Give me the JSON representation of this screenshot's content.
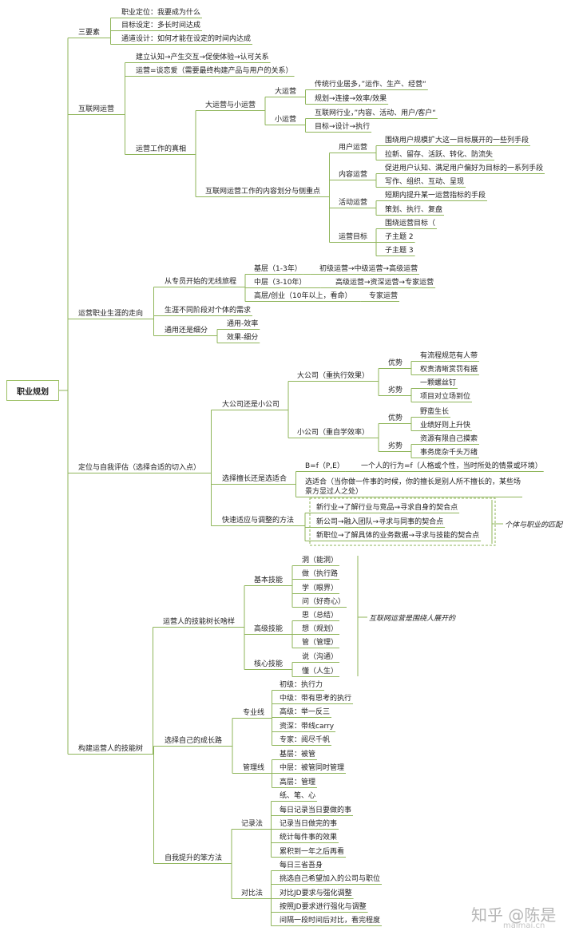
{
  "diagram": {
    "root": {
      "id": "root",
      "label": "职业规划"
    },
    "nodes": [
      {
        "id": "b1",
        "label": "三要素"
      },
      {
        "id": "b1a",
        "label": "职业定位：我要成为什么"
      },
      {
        "id": "b1b",
        "label": "目标设定：多长时间达成"
      },
      {
        "id": "b1c",
        "label": "通道设计：如何才能在设定的时间内达成"
      },
      {
        "id": "b2",
        "label": "互联网运营"
      },
      {
        "id": "b2a",
        "label": "建立认知→产生交互→促使体验→认可关系"
      },
      {
        "id": "b2b",
        "label": "运营=谈恋爱（需要最终构建产品与用户的关系）"
      },
      {
        "id": "b2c",
        "label": "运营工作的真相"
      },
      {
        "id": "b2c1",
        "label": "大运营与小运营"
      },
      {
        "id": "b2c1a",
        "label": "大运营"
      },
      {
        "id": "b2c1a1",
        "label": "传统行业居多，”运作、生产、经营“"
      },
      {
        "id": "b2c1a2",
        "label": "规划→连接→效率/效果"
      },
      {
        "id": "b2c1b",
        "label": "小运营"
      },
      {
        "id": "b2c1b1",
        "label": "互联网行业，”内容、活动、用户/客户“"
      },
      {
        "id": "b2c1b2",
        "label": "目标→设计→执行"
      },
      {
        "id": "b2c2",
        "label": "互联网运营工作的内容划分与侧重点"
      },
      {
        "id": "b2c2a",
        "label": "用户运营"
      },
      {
        "id": "b2c2a1",
        "label": "围绕用户规模扩大这一目标展开的一些列手段"
      },
      {
        "id": "b2c2a2",
        "label": "拉新、留存、活跃、转化、防流失"
      },
      {
        "id": "b2c2b",
        "label": "内容运营"
      },
      {
        "id": "b2c2b1",
        "label": "促进用户认知、满足用户偏好为目标的一系列手段"
      },
      {
        "id": "b2c2b2",
        "label": "写作、组织、互动、呈现"
      },
      {
        "id": "b2c2c",
        "label": "活动运营"
      },
      {
        "id": "b2c2c1",
        "label": "短期内提升某一运营指标的手段"
      },
      {
        "id": "b2c2c2",
        "label": "策划、执行、复盘"
      },
      {
        "id": "b2c2d",
        "label": "运营目标"
      },
      {
        "id": "b2c2d1",
        "label": "围绕运营目标（"
      },
      {
        "id": "b2c2d2",
        "label": "子主题 2"
      },
      {
        "id": "b2c2d3",
        "label": "子主题 3"
      },
      {
        "id": "b3",
        "label": "运营职业生涯的走向"
      },
      {
        "id": "b3a",
        "label": "从专员开始的无线旅程"
      },
      {
        "id": "b3a1",
        "label": "基层（1-3年）"
      },
      {
        "id": "b3a1x",
        "label": "初级运营→中级运营→高级运营"
      },
      {
        "id": "b3a2",
        "label": "中层（3-10年）"
      },
      {
        "id": "b3a2x",
        "label": "高级运营→资深运营→专家运营"
      },
      {
        "id": "b3a3",
        "label": "高层/创业（10年以上，看命）"
      },
      {
        "id": "b3a3x",
        "label": "专家运营"
      },
      {
        "id": "b3b",
        "label": "生涯不同阶段对个体的需求"
      },
      {
        "id": "b3c",
        "label": "通用还是细分"
      },
      {
        "id": "b3c1",
        "label": "通用-效率"
      },
      {
        "id": "b3c2",
        "label": "效果-细分"
      },
      {
        "id": "b4",
        "label": "定位与自我评估（选择合适的切入点）"
      },
      {
        "id": "b4a",
        "label": "大公司还是小公司"
      },
      {
        "id": "b4a1",
        "label": "大公司（重执行效果）"
      },
      {
        "id": "b4a1p",
        "label": "优势"
      },
      {
        "id": "b4a1p1",
        "label": "有流程规范有人带"
      },
      {
        "id": "b4a1p2",
        "label": "权责清晰赏罚有据"
      },
      {
        "id": "b4a1n",
        "label": "劣势"
      },
      {
        "id": "b4a1n1",
        "label": "一颗螺丝钉"
      },
      {
        "id": "b4a1n2",
        "label": "项目对立场到位"
      },
      {
        "id": "b4a2",
        "label": "小公司（重自学效率）"
      },
      {
        "id": "b4a2p",
        "label": "优势"
      },
      {
        "id": "b4a2p1",
        "label": "野蛮生长"
      },
      {
        "id": "b4a2p2",
        "label": "业绩好则上升快"
      },
      {
        "id": "b4a2n",
        "label": "劣势"
      },
      {
        "id": "b4a2n1",
        "label": "资源有限自己摸索"
      },
      {
        "id": "b4a2n2",
        "label": "事务庞杂千头万绪"
      },
      {
        "id": "b4b",
        "label": "选择擅长还是选适合"
      },
      {
        "id": "b4b1",
        "label": "B=f（P,E）"
      },
      {
        "id": "b4b1x",
        "label": "一个人的行为=f（人格或个性，当时所处的情景或环境）"
      },
      {
        "id": "b4b2",
        "label": "选适合（当你做一件事的时候，你的擅长是别人所不擅长的，某些场景方显过人之处）"
      },
      {
        "id": "b4c",
        "label": "快速适应与调整的方法"
      },
      {
        "id": "b4c1",
        "label": "新行业→了解行业与竞品→寻求自身的契合点"
      },
      {
        "id": "b4c2",
        "label": "新公司→融入团队→寻求与同事的契合点"
      },
      {
        "id": "b4c3",
        "label": "新职位→了解具体的业务数据→寻求与技能的契合点"
      },
      {
        "id": "b5",
        "label": "构建运营人的技能树"
      },
      {
        "id": "b5a",
        "label": "运营人的技能树长啥样"
      },
      {
        "id": "b5a1",
        "label": "基本技能"
      },
      {
        "id": "b5a1a",
        "label": "洞（能洞）"
      },
      {
        "id": "b5a1b",
        "label": "做（执行路"
      },
      {
        "id": "b5a1c",
        "label": "学（眼界）"
      },
      {
        "id": "b5a1d",
        "label": "问（好奇心）"
      },
      {
        "id": "b5a2",
        "label": "高级技能"
      },
      {
        "id": "b5a2a",
        "label": "思（总结）"
      },
      {
        "id": "b5a2b",
        "label": "想（规划）"
      },
      {
        "id": "b5a2c",
        "label": "管（管理）"
      },
      {
        "id": "b5a3",
        "label": "核心技能"
      },
      {
        "id": "b5a3a",
        "label": "说（沟通）"
      },
      {
        "id": "b5a3b",
        "label": "懂（人生）"
      },
      {
        "id": "b5b",
        "label": "选择自己的成长路"
      },
      {
        "id": "b5b1",
        "label": "专业线"
      },
      {
        "id": "b5b1a",
        "label": "初级：执行力"
      },
      {
        "id": "b5b1b",
        "label": "中级：带有思考的执行"
      },
      {
        "id": "b5b1c",
        "label": "高级：举一反三"
      },
      {
        "id": "b5b1d",
        "label": "资深：带线carry"
      },
      {
        "id": "b5b1e",
        "label": "专家：阅尽千帆"
      },
      {
        "id": "b5b2",
        "label": "管理线"
      },
      {
        "id": "b5b2a",
        "label": "基层：被管"
      },
      {
        "id": "b5b2b",
        "label": "中层：被管同时管理"
      },
      {
        "id": "b5b2c",
        "label": "高层：管理"
      },
      {
        "id": "b5c",
        "label": "自我提升的笨方法"
      },
      {
        "id": "b5c1",
        "label": "记录法"
      },
      {
        "id": "b5c1a",
        "label": "纸、笔、心"
      },
      {
        "id": "b5c1b",
        "label": "每日记录当日要做的事"
      },
      {
        "id": "b5c1c",
        "label": "记录当日做完的事"
      },
      {
        "id": "b5c1d",
        "label": "统计每件事的效果"
      },
      {
        "id": "b5c1e",
        "label": "累积到一年之后再看"
      },
      {
        "id": "b5c2",
        "label": "对比法"
      },
      {
        "id": "b5c2a",
        "label": "每日三省吾身"
      },
      {
        "id": "b5c2b",
        "label": "挑选自己希望加入的公司与职位"
      },
      {
        "id": "b5c2c",
        "label": "对比JD要求与强化调整"
      },
      {
        "id": "b5c2d",
        "label": "按照JD要求进行强化与调整"
      },
      {
        "id": "b5c2e",
        "label": "间隔一段时间后对比，看完程度"
      }
    ],
    "notes": {
      "fit": "个体与职业的匹配",
      "skills": "互联网运营是围绕人展开的"
    }
  },
  "watermark": {
    "main": "知乎 @陈是",
    "sub": "maimai.cn"
  },
  "colors": {
    "line": "#8fb55a",
    "note_border": "#8fb55a"
  }
}
